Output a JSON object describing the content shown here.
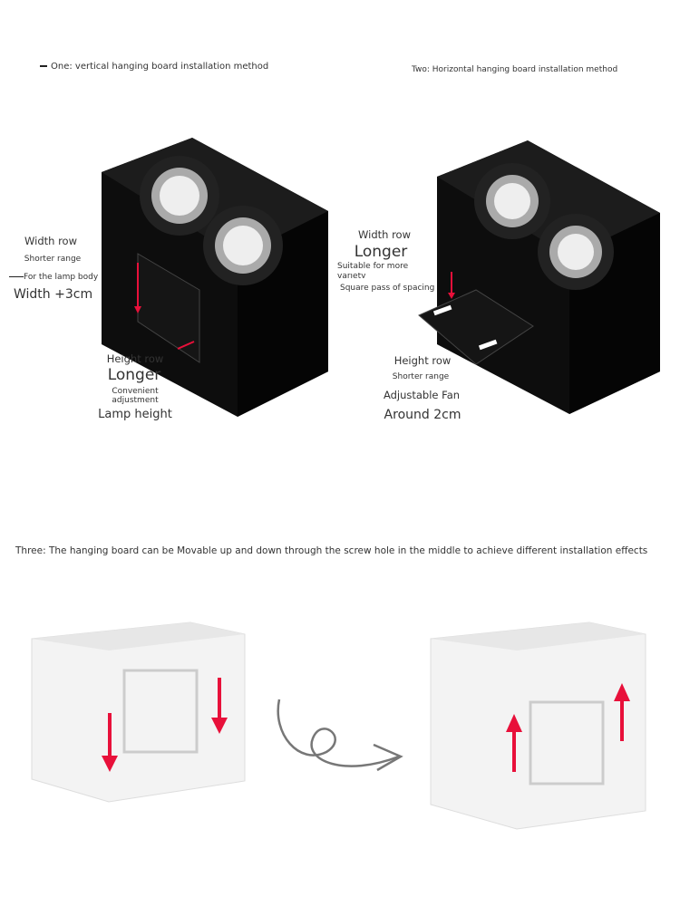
{
  "section_one": {
    "title": "One: vertical hanging board installation method",
    "width_row": "Width row",
    "shorter_range": "Shorter range",
    "for_lamp_body": "For the lamp body",
    "width_value": "Width +3cm",
    "height_row": "Height row",
    "longer": "Longer",
    "convenient": "Convenient",
    "adjustment": "adjustment",
    "lamp_height": "Lamp height"
  },
  "section_two": {
    "title": "Two: Horizontal hanging board installation method",
    "width_row": "Width row",
    "longer": "Longer",
    "suitable": "Suitable for more",
    "variety": "variety",
    "square_pass": "Square pass of spacing",
    "height_row": "Height row",
    "shorter_range": "Shorter range",
    "adjustable_fan": "Adjustable Fan",
    "around": "Around 2cm"
  },
  "section_three": {
    "title": "Three: The hanging board can be Movable up and down through the screw hole in the middle to achieve different installation effects"
  },
  "colors": {
    "arrow": "#e8103a",
    "lamp_body": "#111111",
    "white_body": "#f4f4f4"
  }
}
